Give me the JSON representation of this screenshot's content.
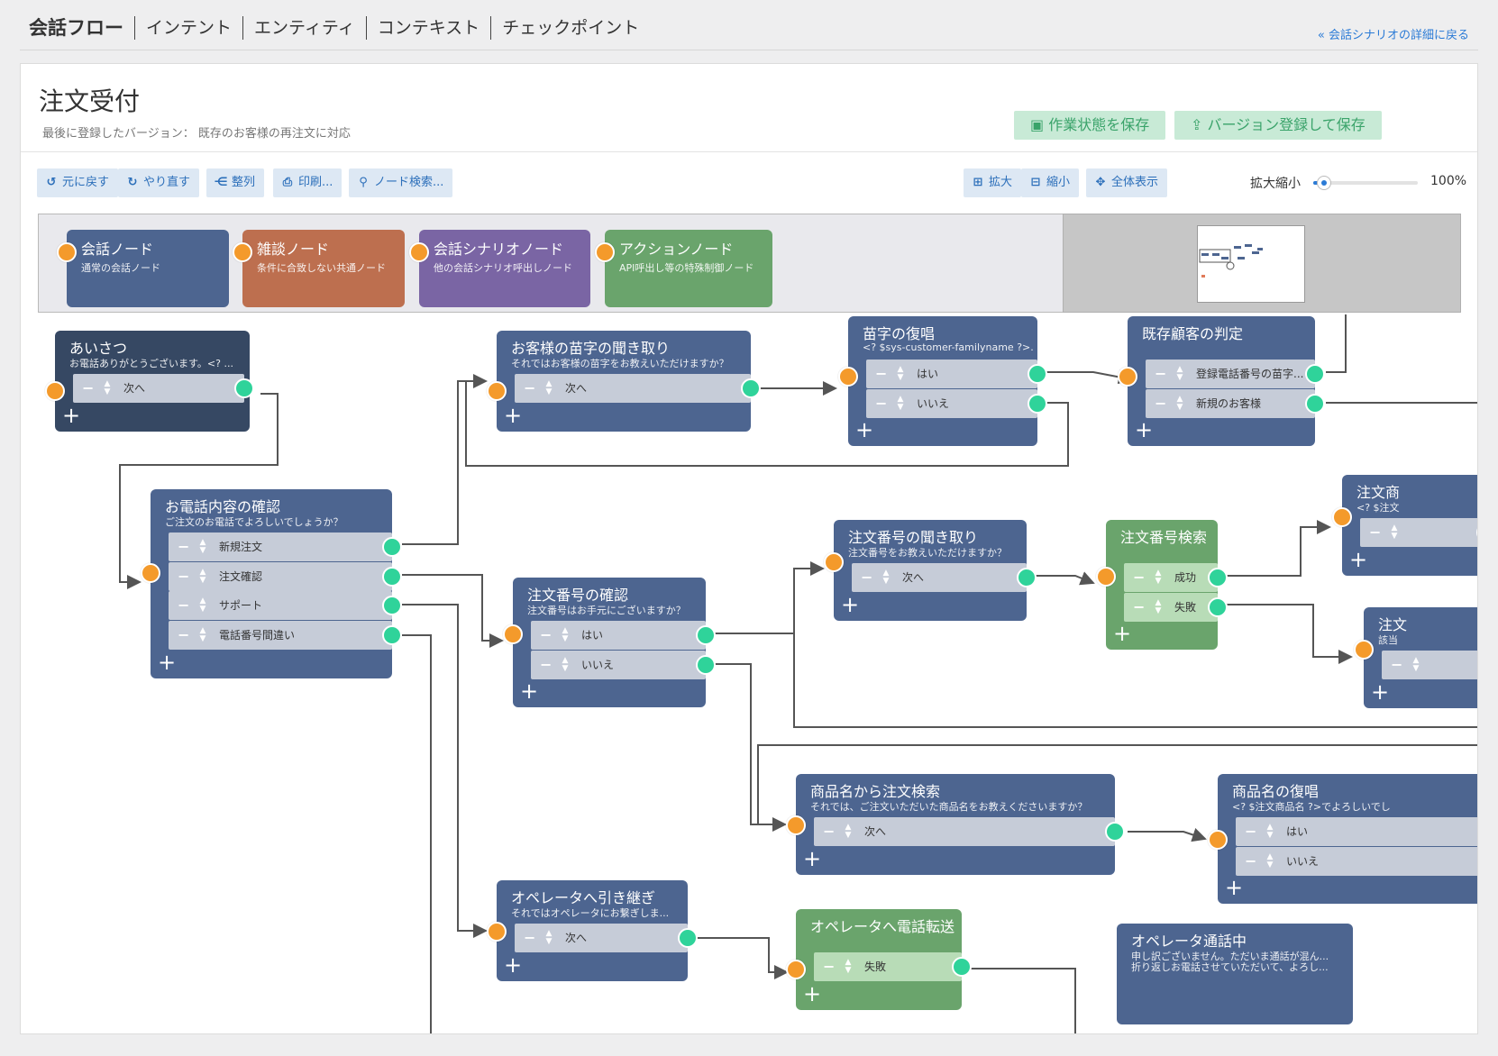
{
  "nav": {
    "tabs": [
      "会話フロー",
      "インテント",
      "エンティティ",
      "コンテキスト",
      "チェックポイント"
    ],
    "back_link": "« 会話シナリオの詳細に戻る"
  },
  "header": {
    "title": "注文受付",
    "subtitle": "最後に登録したバージョン：  既存のお客様の再注文に対応",
    "save_work": "作業状態を保存",
    "save_version": "バージョン登録して保存"
  },
  "toolbar": {
    "undo": "元に戻す",
    "redo": "やり直す",
    "arrange": "整列",
    "print": "印刷...",
    "search": "ノード検索...",
    "zoom_in": "拡大",
    "zoom_out": "縮小",
    "fit": "全体表示",
    "zoom_label": "拡大縮小",
    "zoom_value": "100%",
    "zoom_fraction": 0.1
  },
  "palette": [
    {
      "title": "会話ノード",
      "desc": "通常の会話ノード",
      "color": "#4d6590"
    },
    {
      "title": "雑談ノード",
      "desc": "条件に合致しない共通ノード",
      "color": "#bd6f4f"
    },
    {
      "title": "会話シナリオノード",
      "desc": "他の会話シナリオ呼出しノード",
      "color": "#7a65a4"
    },
    {
      "title": "アクションノード",
      "desc": "API呼出し等の特殊制御ノード",
      "color": "#6aa46c"
    }
  ],
  "nodes": {
    "greeting": {
      "title": "あいさつ",
      "desc": "お電話ありがとうございます。<? ...",
      "rows": [
        "次へ"
      ]
    },
    "ask_name": {
      "title": "お客様の苗字の聞き取り",
      "desc": "それではお客様の苗字をお教えいただけますか？",
      "rows": [
        "次へ"
      ]
    },
    "repeat_name": {
      "title": "苗字の復唱",
      "desc": "<? $sys-customer-familyname ?>...",
      "rows": [
        "はい",
        "いいえ"
      ]
    },
    "existing": {
      "title": "既存顧客の判定",
      "desc": "",
      "rows": [
        "登録電話番号の苗字...",
        "新規のお客様"
      ]
    },
    "confirm_call": {
      "title": "お電話内容の確認",
      "desc": "ご注文のお電話でよろしいでしょうか？",
      "rows": [
        "新規注文",
        "注文確認",
        "サポート",
        "電話番号間違い"
      ]
    },
    "ask_order_no": {
      "title": "注文番号の聞き取り",
      "desc": "注文番号をお教えいただけますか？",
      "rows": [
        "次へ"
      ]
    },
    "order_search": {
      "title": "注文番号検索",
      "desc": "",
      "rows": [
        "成功",
        "失敗"
      ]
    },
    "order_item": {
      "title": "注文商",
      "desc": "<? $注文",
      "rows": [
        ""
      ]
    },
    "order_no_confirm": {
      "title": "注文番号の確認",
      "desc": "注文番号はお手元にございますか？",
      "rows": [
        "はい",
        "いいえ"
      ]
    },
    "note": {
      "title": "注文",
      "desc": "該当",
      "rows": [
        ""
      ]
    },
    "item_search": {
      "title": "商品名から注文検索",
      "desc": "それでは、ご注文いただいた商品名をお教えくださいますか？",
      "rows": [
        "次へ"
      ]
    },
    "item_repeat": {
      "title": "商品名の復唱",
      "desc": "<? $注文商品名 ?>でよろしいでし",
      "rows": [
        "はい",
        "いいえ"
      ]
    },
    "operator": {
      "title": "オペレータへ引き継ぎ",
      "desc": "それではオペレータにお繋ぎしま...",
      "rows": [
        "次へ"
      ]
    },
    "transfer": {
      "title": "オペレータへ電話転送",
      "desc": "",
      "rows": [
        "失敗"
      ]
    },
    "on_call": {
      "title": "オペレータ通話中",
      "desc": "申し訳ございません。ただいま通話が混ん...",
      "desc2": "折り返しお電話させていただいて、よろし..."
    }
  }
}
